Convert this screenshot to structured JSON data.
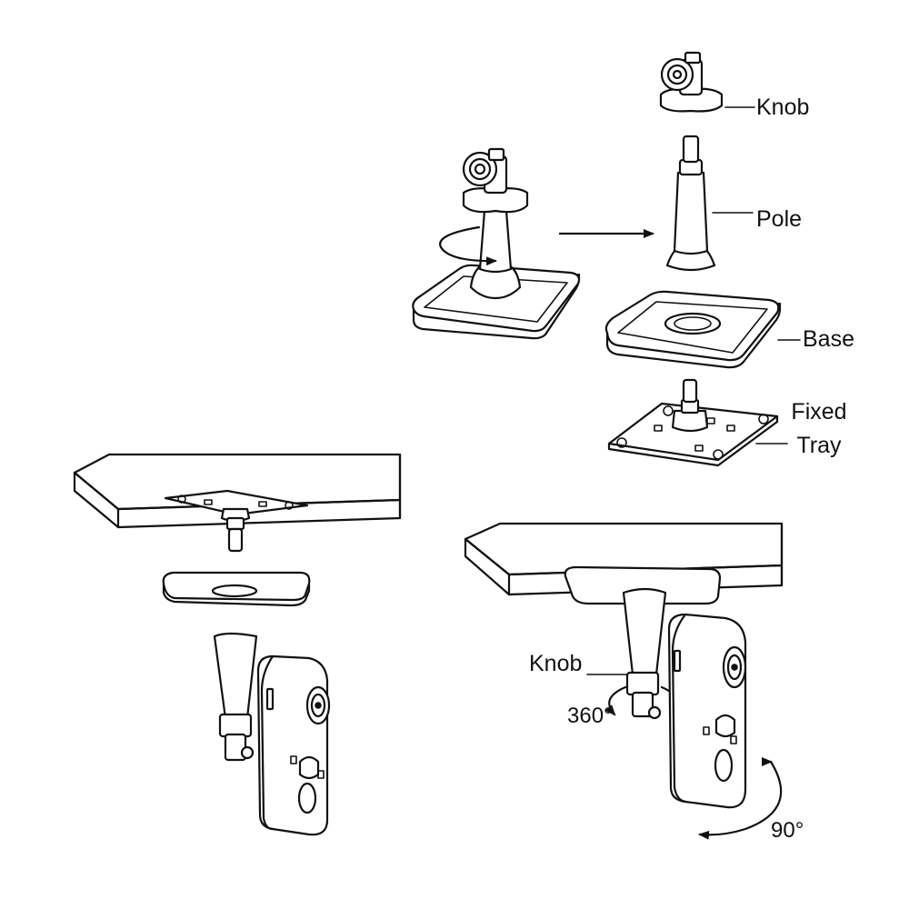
{
  "labels": {
    "knob_top": "Knob",
    "pole": "Pole",
    "base": "Base",
    "fixed_tray_line1": "Fixed",
    "fixed_tray_line2": "Tray",
    "knob_bottom": "Knob",
    "rotation_360": "360°",
    "rotation_90": "90°"
  },
  "colors": {
    "line": "#111111",
    "background": "#ffffff"
  }
}
